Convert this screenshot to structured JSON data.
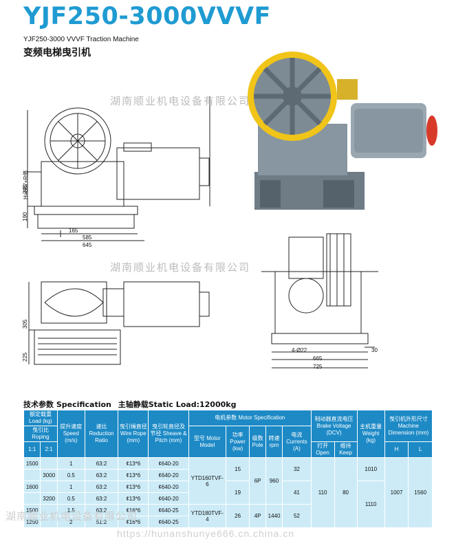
{
  "header": {
    "model": "YJF250-3000VVVF",
    "model_en": "YJF250-3000 VVVF Traction Machine",
    "model_cn": "变频电梯曳引机"
  },
  "watermarks": {
    "company": "湖南顺业机电设备有限公司",
    "url": "https://hunanshunye666.cn.china.cn"
  },
  "dimensions": {
    "h_label": "H=687+R值",
    "d245": "245",
    "d190": "190",
    "d165": "165",
    "d585": "585",
    "d645": "645",
    "d305": "305",
    "d225": "225",
    "holes": "4-Ø22",
    "d665": "665",
    "d725": "725",
    "d30": "30"
  },
  "spec": {
    "heading": "技术参数 Specification",
    "static_load": "主轴静载Static Load:12000kg",
    "headers": {
      "load": "额定载重 Load (kg)",
      "roping": "曳引比 Roping",
      "r11": "1:1",
      "r21": "2:1",
      "speed": "提升速度 Speed (m/s)",
      "ratio": "速比 Reduction Ratio",
      "rope": "曳引绳直径 Wire Rope (mm)",
      "sheave": "曳引轮直径及节径 Sheave & Pitch (mm)",
      "motor": "电机参数 Motor Specification",
      "motor_model": "型号 Motor Model",
      "power": "功率 Power (kw)",
      "pole": "级数 Pole",
      "rpm": "转速 rpm",
      "current": "电流 Currents (A)",
      "brake": "制动器直流电压 Brake Voltage (DCV)",
      "brake_open": "打开 Open",
      "brake_keep": "维持 Keep",
      "weight": "主机重量 Weight (kg)",
      "dimension": "曳引机外形尺寸 Machine Dimension (mm)",
      "h": "H",
      "l": "L"
    },
    "rows": [
      {
        "l11": "1500",
        "l21": "",
        "speed": "1",
        "ratio": "63:2",
        "rope": "¢13*6",
        "sheave": "¢640-20"
      },
      {
        "l11": "",
        "l21": "3000",
        "speed": "0.5",
        "ratio": "63:2",
        "rope": "¢13*6",
        "sheave": "¢640-20"
      },
      {
        "l11": "1600",
        "l21": "",
        "speed": "1",
        "ratio": "63:2",
        "rope": "¢13*6",
        "sheave": "¢640-20"
      },
      {
        "l11": "",
        "l21": "3200",
        "speed": "0.5",
        "ratio": "63:2",
        "rope": "¢13*6",
        "sheave": "¢640-20"
      },
      {
        "l11": "1500",
        "l21": "",
        "speed": "1.5",
        "ratio": "63:2",
        "rope": "¢16*6",
        "sheave": "¢640-25"
      },
      {
        "l11": "1250",
        "l21": "",
        "speed": "2",
        "ratio": "51:2",
        "rope": "¢16*6",
        "sheave": "¢640-25"
      }
    ],
    "motor_a": "YTD160TVF-6",
    "motor_b": "YTD180TVF-4",
    "power_15": "15",
    "power_19": "19",
    "power_26": "26",
    "pole_6": "6P",
    "pole_4": "4P",
    "rpm_960": "960",
    "rpm_1440": "1440",
    "cur_32": "32",
    "cur_41": "41",
    "cur_52": "52",
    "brake_open": "110",
    "brake_keep": "80",
    "w_1010": "1010",
    "w_1110": "1110",
    "dim_h": "1007",
    "dim_l": "1560"
  },
  "colors": {
    "brand_blue": "#1f9bd2",
    "table_header": "#1d8ac6",
    "table_cell": "#ccebf7",
    "machine_gray": "#7d8b95",
    "sheave_yellow": "#f0c419"
  }
}
